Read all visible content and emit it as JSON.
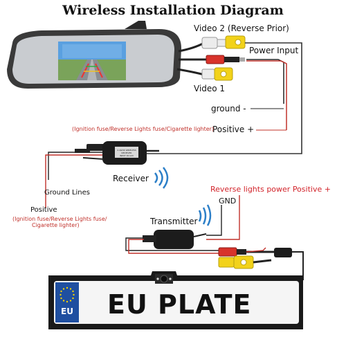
{
  "title": "Wireless Installation Diagram",
  "mirror": {
    "video2_label": "Video 2 (Reverse Prior)",
    "power_input_label": "Power Input",
    "video1_label": "Video 1",
    "ground_label": "ground -",
    "positive_label": "Positive +",
    "fuse_note": "(Ignition fuse/Reverse Lights fuse/Cigarette lighter)"
  },
  "receiver": {
    "label": "Receiver",
    "ground_lines_label": "Ground Lines",
    "positive_label": "Positive",
    "fuse_note_line1": "(Ignition fuse/Reverse Lights fuse/",
    "fuse_note_line2": "Cigarette lighter)"
  },
  "transmitter": {
    "label": "Transmitter",
    "reverse_power_label": "Reverse lights power Positive +",
    "gnd_label": "GND"
  },
  "plate": {
    "text": "EU PLATE",
    "country_code": "EU"
  },
  "colors": {
    "wire_black": "#222222",
    "wire_red": "#c0302a",
    "plug_yellow": "#f2d21a",
    "plug_white": "#ececec",
    "plug_red": "#d8332b",
    "eu_blue": "#1f4fa0"
  }
}
